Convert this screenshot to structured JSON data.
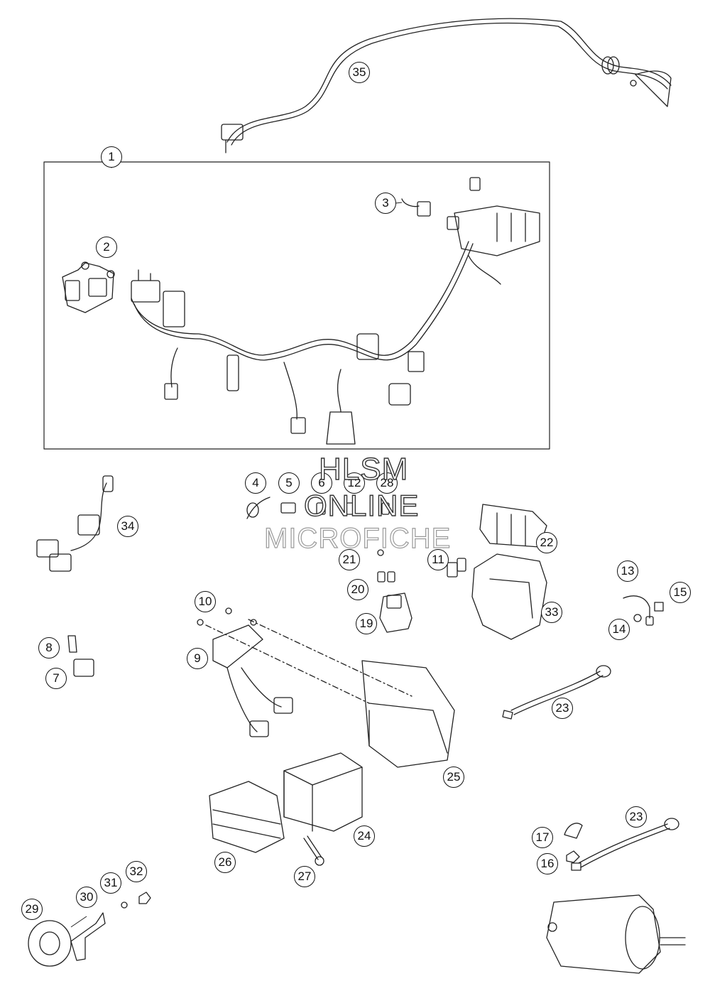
{
  "watermark": {
    "line1": "HLSM",
    "line2": "ONLINE",
    "line3": "MICROFICHE"
  },
  "callouts": [
    {
      "id": "c1",
      "label": "1"
    },
    {
      "id": "c2",
      "label": "2"
    },
    {
      "id": "c3",
      "label": "3"
    },
    {
      "id": "c4",
      "label": "4"
    },
    {
      "id": "c5",
      "label": "5"
    },
    {
      "id": "c6",
      "label": "6"
    },
    {
      "id": "c7",
      "label": "7"
    },
    {
      "id": "c8",
      "label": "8"
    },
    {
      "id": "c9",
      "label": "9"
    },
    {
      "id": "c10",
      "label": "10"
    },
    {
      "id": "c11",
      "label": "11"
    },
    {
      "id": "c12",
      "label": "12"
    },
    {
      "id": "c13",
      "label": "13"
    },
    {
      "id": "c14",
      "label": "14"
    },
    {
      "id": "c15",
      "label": "15"
    },
    {
      "id": "c16",
      "label": "16"
    },
    {
      "id": "c17",
      "label": "17"
    },
    {
      "id": "c19",
      "label": "19"
    },
    {
      "id": "c20",
      "label": "20"
    },
    {
      "id": "c21",
      "label": "21"
    },
    {
      "id": "c22",
      "label": "22"
    },
    {
      "id": "c23a",
      "label": "23"
    },
    {
      "id": "c23b",
      "label": "23"
    },
    {
      "id": "c24",
      "label": "24"
    },
    {
      "id": "c25",
      "label": "25"
    },
    {
      "id": "c26",
      "label": "26"
    },
    {
      "id": "c27",
      "label": "27"
    },
    {
      "id": "c28",
      "label": "28"
    },
    {
      "id": "c29",
      "label": "29"
    },
    {
      "id": "c30",
      "label": "30"
    },
    {
      "id": "c31",
      "label": "31"
    },
    {
      "id": "c32",
      "label": "32"
    },
    {
      "id": "c33",
      "label": "33"
    },
    {
      "id": "c34",
      "label": "34"
    },
    {
      "id": "c35",
      "label": "35"
    }
  ]
}
